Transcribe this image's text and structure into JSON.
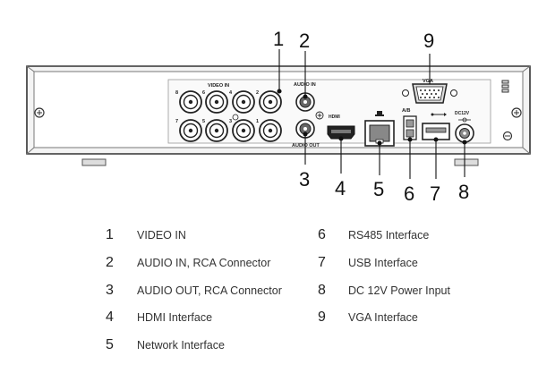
{
  "callouts": [
    "1",
    "2",
    "3",
    "4",
    "5",
    "6",
    "7",
    "8",
    "9"
  ],
  "panel_labels": {
    "video_in": "VIDEO IN",
    "audio_in": "AUDIO IN",
    "audio_out": "AUDIO OUT",
    "hdmi": "HDMI",
    "ab": "A/B",
    "dc12v": "DC12V",
    "vga": "VGA",
    "bnc_top": [
      "8",
      "6",
      "4",
      "2"
    ],
    "bnc_bottom": [
      "7",
      "5",
      "3",
      "1"
    ]
  },
  "legend": [
    {
      "num": "1",
      "label": "VIDEO IN"
    },
    {
      "num": "2",
      "label": "AUDIO IN, RCA Connector"
    },
    {
      "num": "3",
      "label": "AUDIO OUT, RCA Connector"
    },
    {
      "num": "4",
      "label": "HDMI Interface"
    },
    {
      "num": "5",
      "label": "Network Interface"
    },
    {
      "num": "6",
      "label": "RS485 Interface"
    },
    {
      "num": "7",
      "label": "USB Interface"
    },
    {
      "num": "8",
      "label": "DC 12V Power Input"
    },
    {
      "num": "9",
      "label": "VGA Interface"
    }
  ]
}
